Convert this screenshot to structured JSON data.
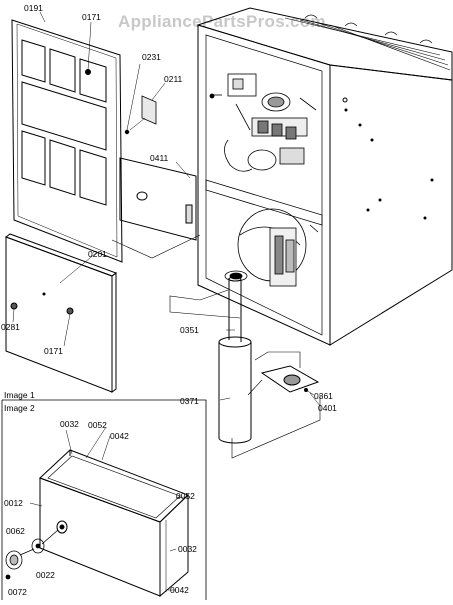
{
  "watermark": "AppliancePartsPros.com",
  "sections": {
    "image1": "Image 1",
    "image2": "Image 2"
  },
  "labels": {
    "p0191": "0191",
    "p0171a": "0171",
    "p0231": "0231",
    "p0211": "0211",
    "p0411": "0411",
    "p0201": "0201",
    "p0281": "0281",
    "p0171b": "0171",
    "p0351": "0351",
    "p0371": "0371",
    "p0361": "0361",
    "p0401": "0401",
    "p0032a": "0032",
    "p0052a": "0052",
    "p0042a": "0042",
    "p0012": "0012",
    "p0052b": "0052",
    "p0062": "0062",
    "p0022": "0022",
    "p0032b": "0032",
    "p0072": "0072",
    "p0042b": "0042"
  }
}
